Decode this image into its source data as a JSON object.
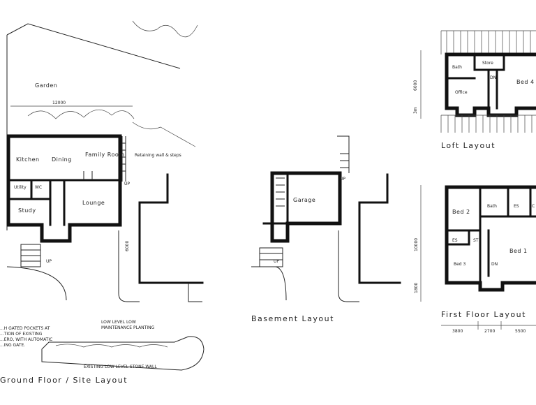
{
  "ground": {
    "title": "Ground Floor / Site Layout",
    "garden": "Garden",
    "width_dim": "12000",
    "depth_dim": "6000",
    "retaining_note": "Retaining wall & steps",
    "rooms": {
      "kitchen": "Kitchen",
      "dining": "Dining",
      "family": "Family Room",
      "utility": "Utility",
      "wc": "WC",
      "study": "Study",
      "lounge": "Lounge"
    },
    "up_labels": [
      "UP",
      "UP"
    ],
    "notes_left": [
      "...H GATED POCKETS AT",
      "...TION OF EXISTING",
      "...ERO, WITH AUTOMATIC",
      "...ING GATE."
    ],
    "notes_right": [
      "LOW LEVEL LOW",
      "MAINTENANCE PLANTING"
    ],
    "notes_bottom": "EXISTING LOW LEVEL STONE WALL"
  },
  "basement": {
    "title": "Basement Layout",
    "garage": "Garage",
    "up_label": "UP",
    "stair_label": "UP"
  },
  "loft": {
    "title": "Loft Layout",
    "rooms": {
      "bath": "Bath",
      "store": "Store",
      "office": "Office",
      "bed": "Bed 4"
    },
    "dim_height": "6000",
    "dim_small": "3m",
    "dn": "DN"
  },
  "first": {
    "title": "First Floor Layout",
    "rooms": {
      "bed2": "Bed 2",
      "bath": "Bath",
      "es1": "ES",
      "es2": "ES",
      "st": "ST",
      "bed1": "Bed 1",
      "bed3": "Bed 3",
      "c": "C"
    },
    "dn": "DN",
    "dim_vertical": "10000",
    "dim_vertical2": "1800",
    "dims_bottom": [
      "3800",
      "2700",
      "5500"
    ]
  }
}
